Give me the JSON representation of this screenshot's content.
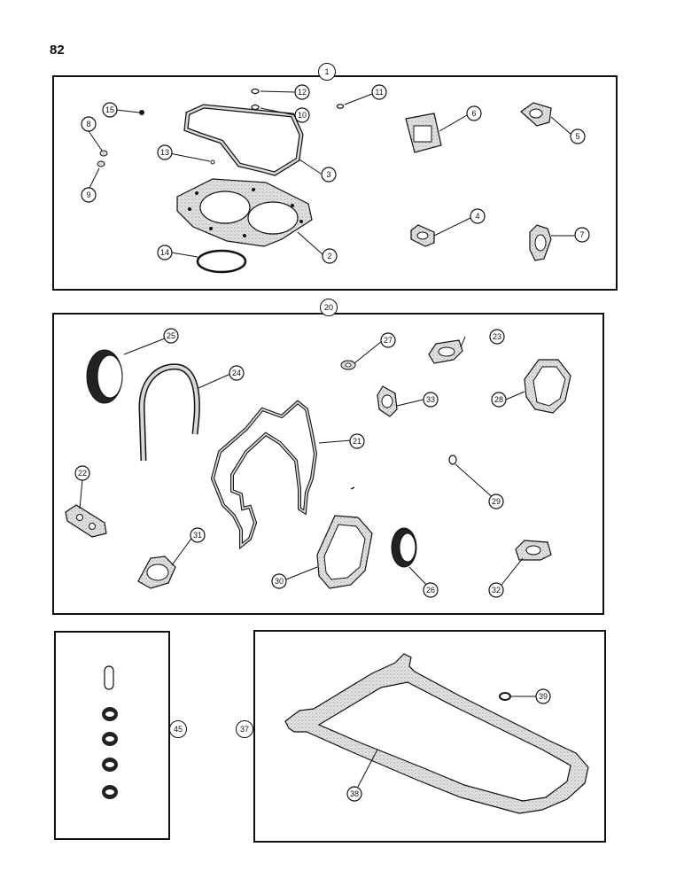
{
  "page": {
    "number": "82"
  },
  "kits": [
    {
      "id": "kit-1",
      "label": "1"
    },
    {
      "id": "kit-20",
      "label": "20"
    },
    {
      "id": "kit-45",
      "label": "45"
    },
    {
      "id": "kit-37",
      "label": "37"
    }
  ],
  "callouts": {
    "c15": "15",
    "c12": "12",
    "c11": "11",
    "c10": "10",
    "c8": "8",
    "c6": "6",
    "c5": "5",
    "c13": "13",
    "c3": "3",
    "c9": "9",
    "c4": "4",
    "c7": "7",
    "c14": "14",
    "c2": "2",
    "c25": "25",
    "c27": "27",
    "c23": "23",
    "c24": "24",
    "c33": "33",
    "c28": "28",
    "c21": "21",
    "c22": "22",
    "c29": "29",
    "c31": "31",
    "c30": "30",
    "c26": "26",
    "c32": "32",
    "c39": "39",
    "c38": "38"
  },
  "colors": {
    "ink": "#111111",
    "paper": "#ffffff",
    "gasket_fill": "#d8d8d8"
  }
}
